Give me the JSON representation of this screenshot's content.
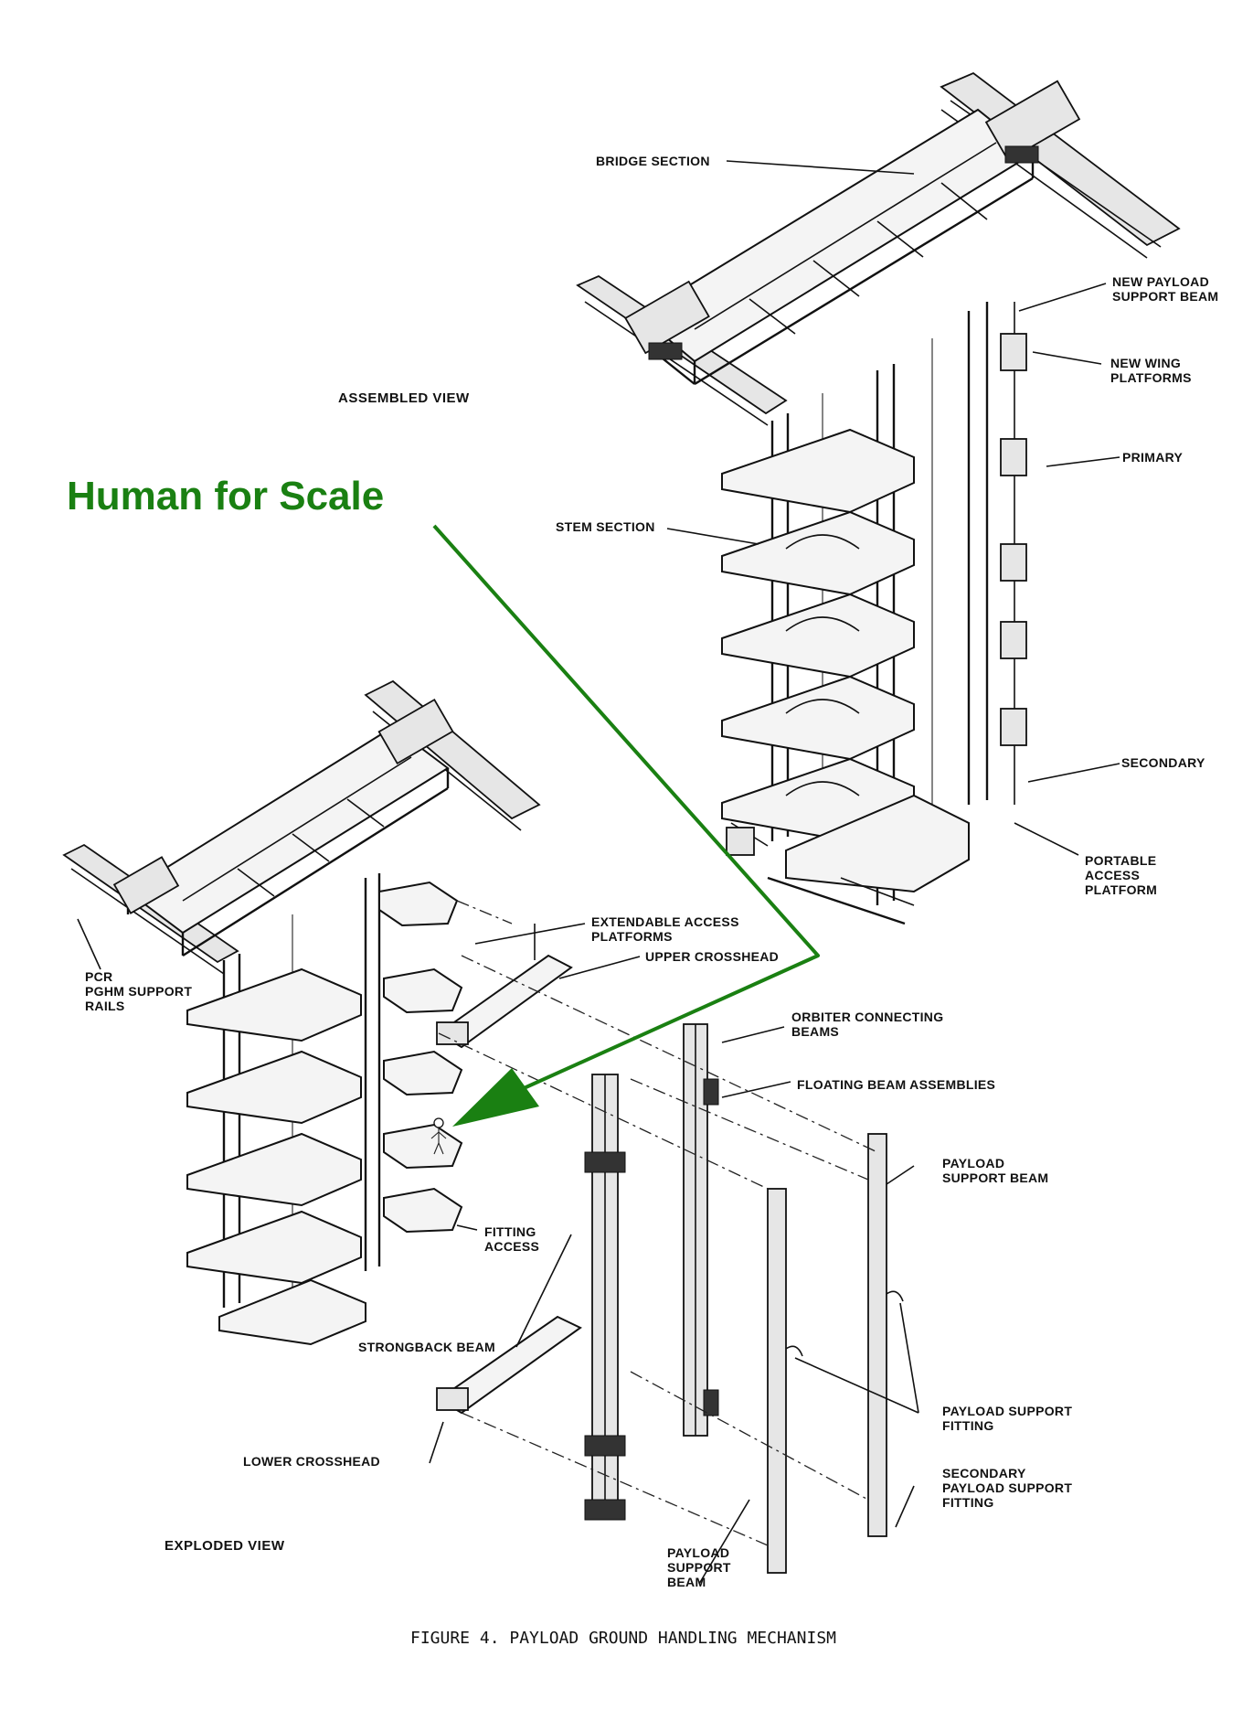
{
  "annotation": {
    "text": "Human for Scale",
    "color": "#1a8012"
  },
  "views": {
    "assembled": "ASSEMBLED VIEW",
    "exploded": "EXPLODED VIEW"
  },
  "labels": {
    "bridge_section": "BRIDGE SECTION",
    "new_payload_support_beam": [
      "NEW PAYLOAD",
      "SUPPORT BEAM"
    ],
    "new_wing_platforms": [
      "NEW WING",
      "PLATFORMS"
    ],
    "primary": "PRIMARY",
    "stem_section": "STEM SECTION",
    "secondary": "SECONDARY",
    "portable_access_platform": [
      "PORTABLE",
      "ACCESS",
      "PLATFORM"
    ],
    "extendable_access_platforms": [
      "EXTENDABLE ACCESS",
      "PLATFORMS"
    ],
    "upper_crosshead": "UPPER CROSSHEAD",
    "pcr_pghm_support_rails": [
      "PCR",
      "PGHM SUPPORT",
      "RAILS"
    ],
    "orbiter_connecting_beams": [
      "ORBITER CONNECTING",
      "BEAMS"
    ],
    "floating_beam_assemblies": "FLOATING BEAM ASSEMBLIES",
    "payload_support_beam_right": [
      "PAYLOAD",
      "SUPPORT BEAM"
    ],
    "fitting_access": [
      "FITTING",
      "ACCESS"
    ],
    "strongback_beam": "STRONGBACK BEAM",
    "payload_support_fitting": [
      "PAYLOAD SUPPORT",
      "FITTING"
    ],
    "lower_crosshead": "LOWER CROSSHEAD",
    "secondary_payload_support_fitting": [
      "SECONDARY",
      "PAYLOAD SUPPORT",
      "FITTING"
    ],
    "payload_support_beam_bottom": [
      "PAYLOAD",
      "SUPPORT",
      "BEAM"
    ]
  },
  "caption": "FIGURE 4.  PAYLOAD GROUND HANDLING MECHANISM"
}
